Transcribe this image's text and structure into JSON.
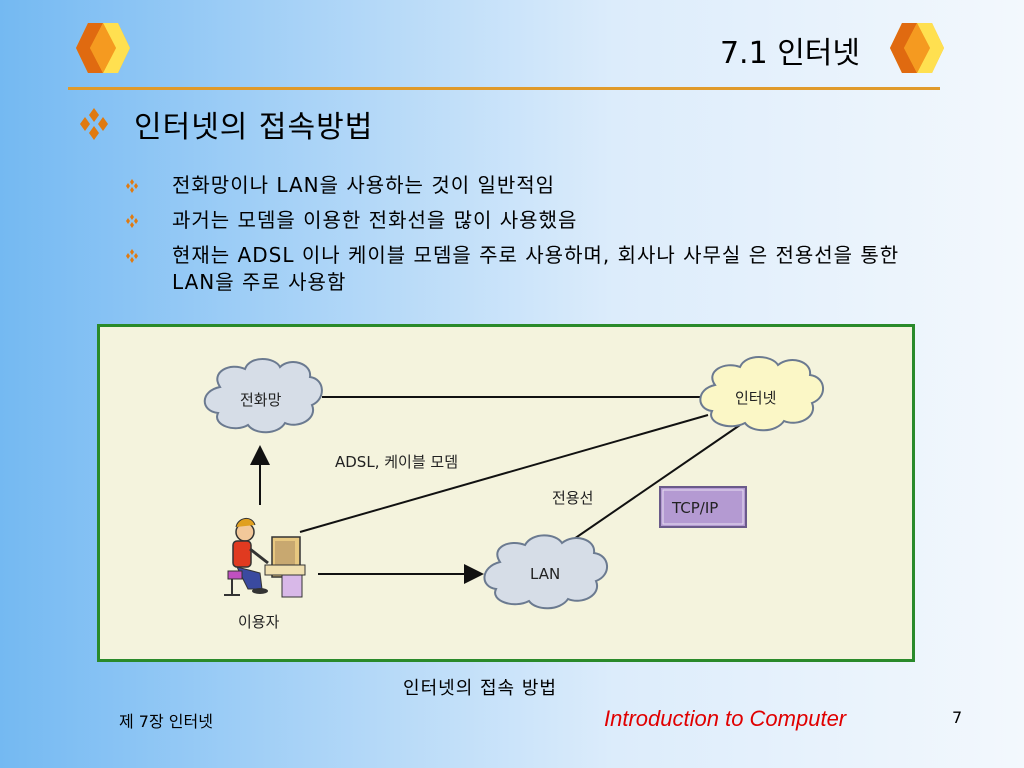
{
  "slide": {
    "title": "7.1 인터넷",
    "heading": "인터넷의 접속방법",
    "bullets": [
      "전화망이나  LAN을 사용하는 것이 일반적임",
      "과거는 모뎀을 이용한 전화선을 많이 사용했음",
      "현재는 ADSL 이나 케이블 모뎀을 주로 사용하며, 회사나 사무실 은 전용선을 통한 LAN을 주로 사용함"
    ]
  },
  "diagram": {
    "nodes": {
      "phone_network": "전화망",
      "internet": "인터넷",
      "lan": "LAN",
      "user": "이용자"
    },
    "labels": {
      "adsl": "ADSL, 케이블 모뎀",
      "leased_line": "전용선",
      "tcpip": "TCP/IP"
    },
    "caption": "인터넷의 접속 방법"
  },
  "footer": {
    "chapter": "제 7장 인터넷",
    "course": "Introduction to Computer",
    "page": "7"
  },
  "colors": {
    "accent_rule": "#e09a2a",
    "diagram_border": "#2a8a2a",
    "footer_course": "#e00000",
    "tcpip_box": "#b49ad2"
  }
}
